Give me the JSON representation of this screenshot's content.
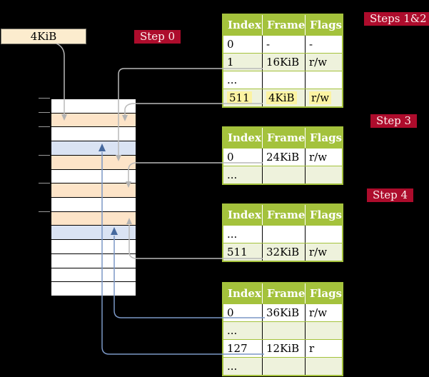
{
  "colors": {
    "background": "#000000",
    "badge_bg": "#ad0c2c",
    "badge_text": "#fceeee",
    "table_header_bg": "#a4c23c",
    "table_row_green": "#eef2dc",
    "table_row_white": "#ffffff",
    "highlight_yellow": "#fcf3a2",
    "stack_white": "#ffffff",
    "stack_wheat": "#fde4c8",
    "stack_blue": "#dae3f3",
    "gray_line": "#b9b9b9",
    "blue_line": "#7b97c6",
    "blue_arrow": "#46699e"
  },
  "page_size_box": {
    "label": "4KiB"
  },
  "badges": {
    "step0": "Step 0",
    "steps12": "Steps 1&2",
    "step3": "Step 3",
    "step4": "Step 4"
  },
  "stack": {
    "rows": [
      "white",
      "wheat",
      "white",
      "blue",
      "wheat",
      "white",
      "wheat",
      "white",
      "wheat",
      "blue",
      "white",
      "white",
      "white",
      "white"
    ],
    "tick_ys": [
      137,
      157,
      177,
      217,
      256,
      296
    ]
  },
  "tables": [
    {
      "name": "page-table-steps-1-2",
      "headers": [
        "Index",
        "Frame",
        "Flags"
      ],
      "rows": [
        {
          "cells": [
            "0",
            "-",
            "-"
          ],
          "shade": "white",
          "highlight": false
        },
        {
          "cells": [
            "1",
            "16KiB",
            "r/w"
          ],
          "shade": "green",
          "highlight": false
        },
        {
          "cells": [
            "...",
            "",
            ""
          ],
          "shade": "white",
          "highlight": false
        },
        {
          "cells": [
            "511",
            "4KiB",
            "r/w"
          ],
          "shade": "green",
          "highlight": true
        }
      ]
    },
    {
      "name": "page-table-step-3",
      "headers": [
        "Index",
        "Frame",
        "Flags"
      ],
      "rows": [
        {
          "cells": [
            "0",
            "24KiB",
            "r/w"
          ],
          "shade": "white",
          "highlight": false
        },
        {
          "cells": [
            "...",
            "",
            ""
          ],
          "shade": "green",
          "highlight": false
        }
      ]
    },
    {
      "name": "page-table-step-4",
      "headers": [
        "Index",
        "Frame",
        "Flags"
      ],
      "rows": [
        {
          "cells": [
            "...",
            "",
            ""
          ],
          "shade": "white",
          "highlight": false
        },
        {
          "cells": [
            "511",
            "32KiB",
            "r/w"
          ],
          "shade": "green",
          "highlight": false
        }
      ]
    },
    {
      "name": "page-table-bottom",
      "headers": [
        "Index",
        "Frame",
        "Flags"
      ],
      "rows": [
        {
          "cells": [
            "0",
            "36KiB",
            "r/w"
          ],
          "shade": "white",
          "highlight": false
        },
        {
          "cells": [
            "...",
            "",
            ""
          ],
          "shade": "green",
          "highlight": false
        },
        {
          "cells": [
            "127",
            "12KiB",
            "r"
          ],
          "shade": "white",
          "highlight": false
        },
        {
          "cells": [
            "...",
            "",
            ""
          ],
          "shade": "green",
          "highlight": false
        }
      ]
    }
  ]
}
